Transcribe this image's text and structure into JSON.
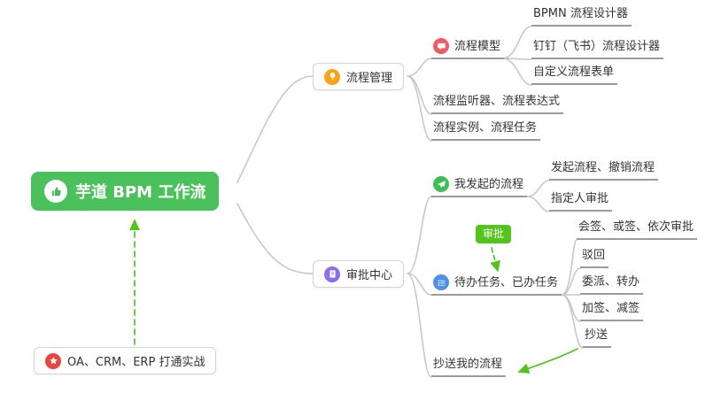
{
  "root": {
    "label": "芋道 BPM 工作流"
  },
  "process": {
    "label": "流程管理",
    "model": {
      "label": "流程模型"
    },
    "bpmn": {
      "label": "BPMN 流程设计器"
    },
    "dingtalk": {
      "label": "钉钉（飞书）流程设计器"
    },
    "custom_form": {
      "label": "自定义流程表单"
    },
    "listener": {
      "label": "流程监听器、流程表达式"
    },
    "instance": {
      "label": "流程实例、流程任务"
    }
  },
  "approval": {
    "label": "审批中心",
    "my_initiated": {
      "label": "我发起的流程"
    },
    "initiate_cancel": {
      "label": "发起流程、撤销流程"
    },
    "assignee": {
      "label": "指定人审批"
    },
    "tag": {
      "label": "审批"
    },
    "tasks": {
      "label": "待办任务、已办任务"
    },
    "countersign": {
      "label": "会签、或签、依次审批"
    },
    "reject": {
      "label": "驳回"
    },
    "delegate": {
      "label": "委派、转办"
    },
    "addsign": {
      "label": "加签、减签"
    },
    "cc": {
      "label": "抄送"
    },
    "cc_my": {
      "label": "抄送我的流程"
    }
  },
  "practice": {
    "label": "OA、CRM、ERP 打通实战"
  },
  "colors": {
    "root_bg": "#4BC15B",
    "branch_line": "#C8C8C8",
    "underline": "#9B9B9B",
    "arrow_green": "#52C41A",
    "tag_bg": "#52C41A",
    "icon_orange": "#F7A416",
    "icon_red": "#EE5B66",
    "icon_purple": "#8F6BF0",
    "icon_green": "#3FBE55",
    "icon_blue": "#4E8FE8",
    "icon_star_red": "#E8463C"
  }
}
